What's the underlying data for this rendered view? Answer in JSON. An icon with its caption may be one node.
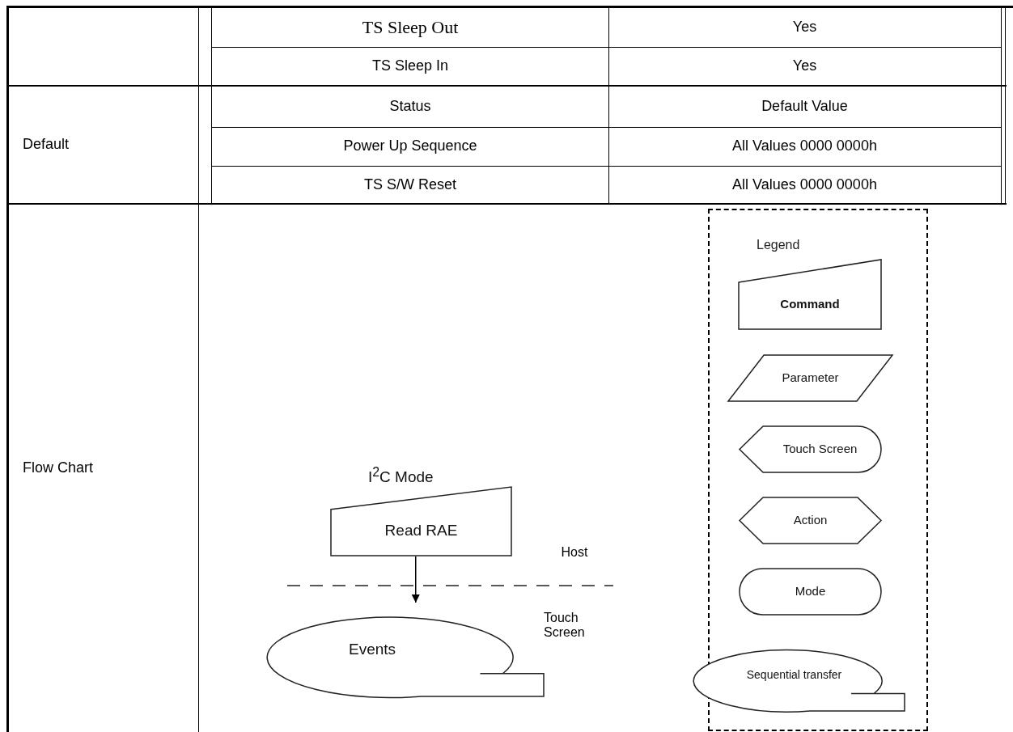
{
  "diagram": {
    "nodes": [
      {
        "text": [
          "Read RAE"
        ],
        "beside": [
          "I$^{2}$C Mode"
        ]
      },
      {
        "text": [
          "Events"
        ]
      },
      {
        "text": [
          "Legend"
        ]
      },
      {
        "text": [
          "Command"
        ],
        "in": 2
      },
      {
        "text": [
          "Parameter"
        ],
        "in": 2
      },
      {
        "text": [
          "Touch Screen"
        ],
        "in": 2
      },
      {
        "text": [
          "Action"
        ],
        "in": 2
      },
      {
        "text": [
          "Mode"
        ],
        "in": 2
      },
      {
        "text": [
          "Sequential transfer"
        ],
        "in": 2
      }
    ],
    "edges": [
      {
        "from": 0,
        "to": 1,
        "arrow": "to"
      }
    ],
    "labels": [
      "TS Sleep Out",
      "Yes",
      "TS Sleep In",
      "Yes",
      "Default",
      "Status",
      "Default Value",
      "Power Up Sequence",
      "All Values 0000 0000h",
      "TS S/W Reset",
      "All Values 0000 0000h",
      "Flow Chart",
      "Host",
      "Touch Screen"
    ]
  }
}
